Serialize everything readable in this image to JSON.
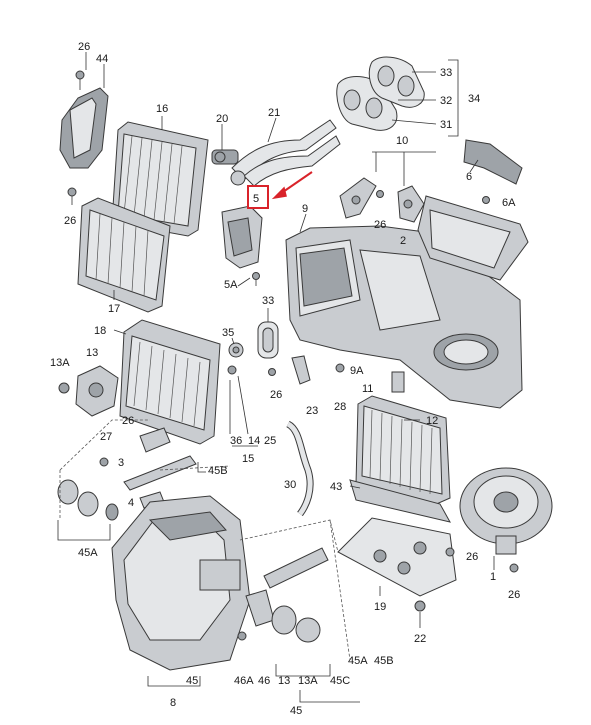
{
  "diagram": {
    "labels": {
      "l26a": "26",
      "l44": "44",
      "l16": "16",
      "l20": "20",
      "l21": "21",
      "l33a": "33",
      "l32": "32",
      "l31": "31",
      "l34": "34",
      "l10": "10",
      "l6": "6",
      "l6A": "6A",
      "l5": "5",
      "l9": "9",
      "l26b": "26",
      "l2": "2",
      "l17": "17",
      "l5A": "5A",
      "l26c": "26",
      "l33b": "33",
      "l35": "35",
      "l18": "18",
      "l13A": "13A",
      "l13": "13",
      "l9A": "9A",
      "l11": "11",
      "l26d": "26",
      "l23": "23",
      "l28": "28",
      "l12": "12",
      "l26e": "26",
      "l36": "36",
      "l14": "14",
      "l25": "25",
      "l15": "15",
      "l27": "27",
      "l3": "3",
      "l45B": "45B",
      "l4": "4",
      "l30": "30",
      "l43": "43",
      "l45A": "45A",
      "l26f": "26",
      "l1": "1",
      "l26g": "26",
      "l19": "19",
      "l22": "22",
      "l46A": "46A",
      "l46": "46",
      "l13b": "13",
      "l13Ab": "13A",
      "l45Cb": "45C",
      "l45Ab": "45A",
      "l45Bb": "45B",
      "l45b": "45",
      "l45c": "45",
      "l8": "8"
    },
    "highlight": {
      "label": "5",
      "color": "#d9232a"
    },
    "colors": {
      "line": "#333333",
      "part": "#c9ccd0"
    }
  }
}
